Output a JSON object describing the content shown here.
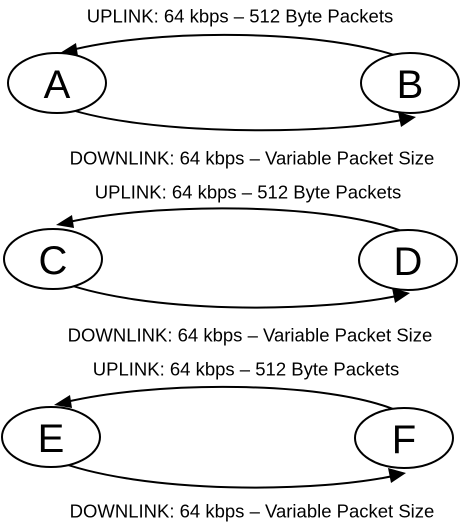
{
  "diagrams": [
    {
      "uplink_label": "UPLINK: 64 kbps – 512 Byte Packets",
      "downlink_label": "DOWNLINK: 64 kbps – Variable Packet Size",
      "left_node": "A",
      "right_node": "B"
    },
    {
      "uplink_label": "UPLINK: 64 kbps – 512 Byte Packets",
      "downlink_label": "DOWNLINK: 64 kbps – Variable Packet Size",
      "left_node": "C",
      "right_node": "D"
    },
    {
      "uplink_label": "UPLINK: 64 kbps – 512 Byte Packets",
      "downlink_label": "DOWNLINK: 64 kbps – Variable Packet Size",
      "left_node": "E",
      "right_node": "F"
    }
  ]
}
